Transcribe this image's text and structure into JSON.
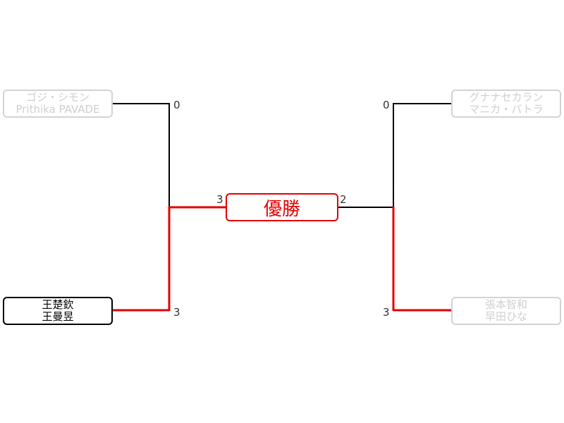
{
  "bracket": {
    "left": {
      "top": {
        "players": [
          "ゴジ・シモン",
          "Prithika PAVADE"
        ],
        "score": "0",
        "result": "loss"
      },
      "bottom": {
        "players": [
          "王楚欽",
          "王曼昱"
        ],
        "score": "3",
        "result": "win"
      },
      "final_score": "3"
    },
    "right": {
      "top": {
        "players": [
          "グナナセカラン",
          "マニカ・バトラ"
        ],
        "score": "0",
        "result": "loss"
      },
      "bottom": {
        "players": [
          "張本智和",
          "早田ひな"
        ],
        "score": "3",
        "result": "win"
      },
      "final_score": "2"
    },
    "champion_label": "優勝"
  },
  "colors": {
    "winner_line": "#e60000",
    "loser_line": "#000000",
    "loser_box_border": "#d3d3d3",
    "loser_text": "#cfcfcf"
  }
}
